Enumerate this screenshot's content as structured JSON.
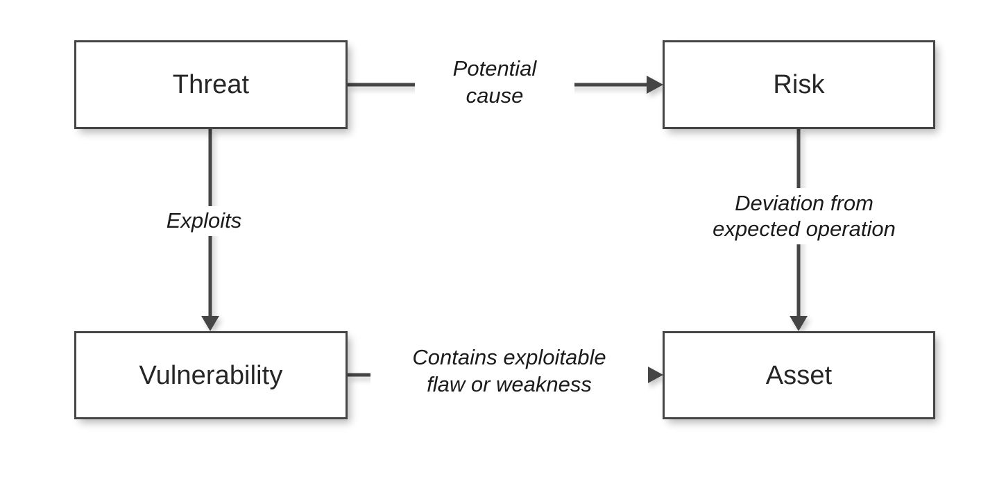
{
  "diagram": {
    "title": "Threat, Vulnerability, Risk and Asset relationship diagram",
    "background_color": "#ffffff",
    "box_border_color": "#454545",
    "box_fill_color": "#ffffff",
    "box_text_color": "#262626",
    "connector_color": "#454545",
    "label_text_color": "#1b1b1b",
    "nodes": [
      {
        "id": "threat",
        "label": "Threat"
      },
      {
        "id": "risk",
        "label": "Risk"
      },
      {
        "id": "vulnerability",
        "label": "Vulnerability"
      },
      {
        "id": "asset",
        "label": "Asset"
      }
    ],
    "edges": [
      {
        "id": "threat-to-risk",
        "from": "Threat",
        "to": "Risk",
        "direction": "right",
        "label_line1": "Potential",
        "label_line2": "cause"
      },
      {
        "id": "threat-to-vulnerability",
        "from": "Threat",
        "to": "Vulnerability",
        "direction": "down",
        "label_line1": "Exploits",
        "label_line2": ""
      },
      {
        "id": "risk-to-asset",
        "from": "Risk",
        "to": "Asset",
        "direction": "down",
        "label_line1": "Deviation from",
        "label_line2": "expected operation"
      },
      {
        "id": "vulnerability-to-asset",
        "from": "Vulnerability",
        "to": "Asset",
        "direction": "right",
        "label_line1": "Contains exploitable",
        "label_line2": "flaw or weakness"
      }
    ]
  }
}
